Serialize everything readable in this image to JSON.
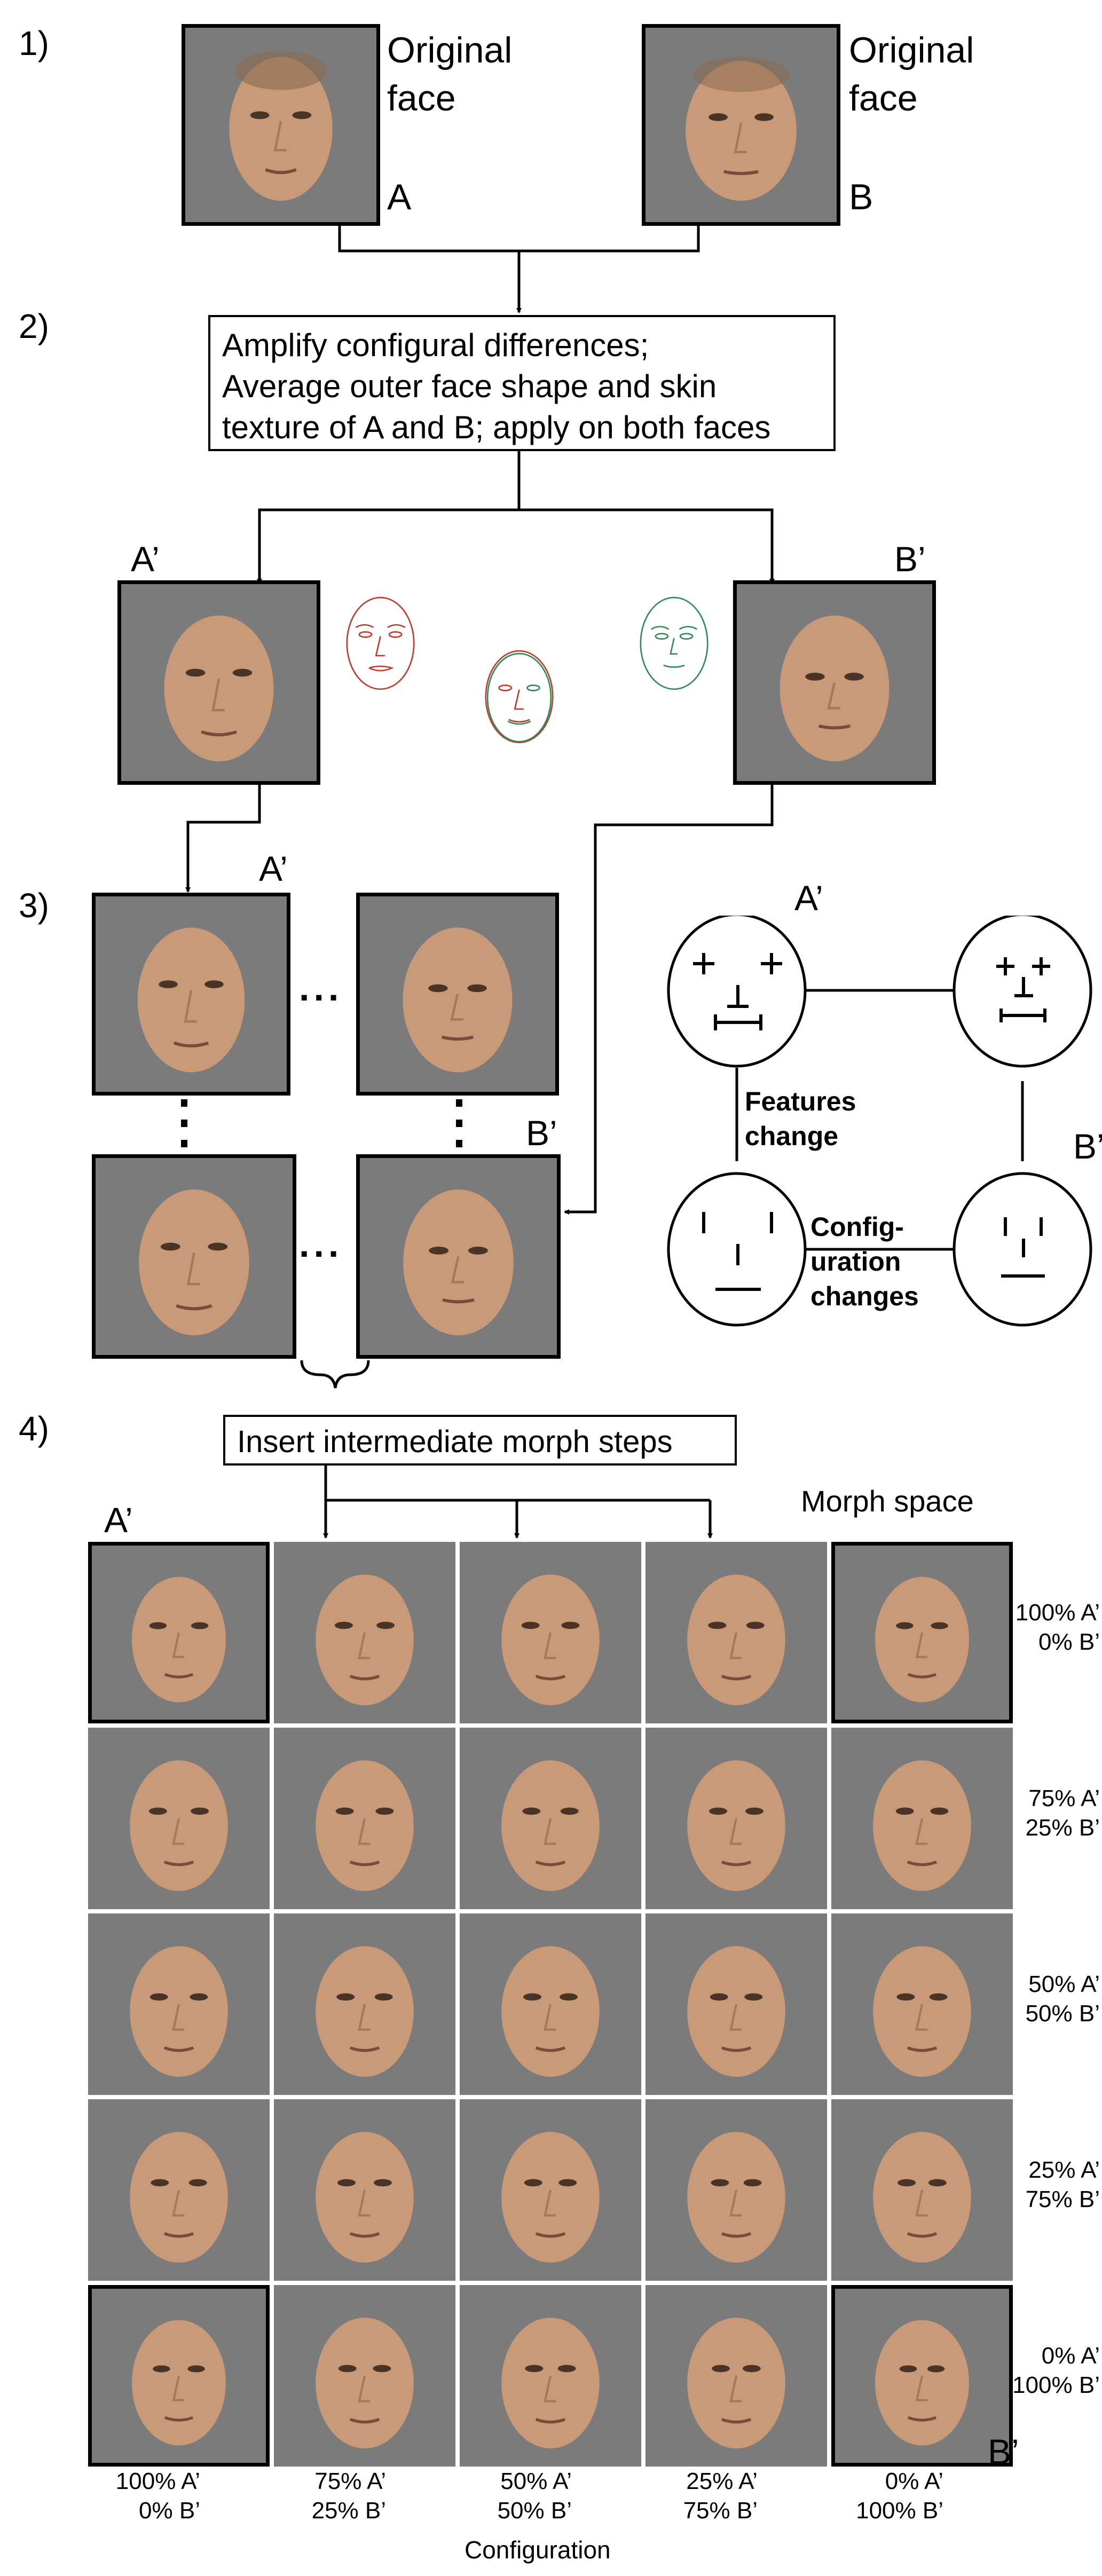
{
  "steps": {
    "s1": "1)",
    "s2": "2)",
    "s3": "3)",
    "s4": "4)"
  },
  "step1": {
    "face_a_caption_line1": "Original",
    "face_a_caption_line2": "face",
    "face_a_letter": "A",
    "face_b_caption_line1": "Original",
    "face_b_caption_line2": "face",
    "face_b_letter": "B"
  },
  "step2": {
    "box_line1": "Amplify configural differences;",
    "box_line2": "Average outer face shape and skin",
    "box_line3": "texture of A and B; apply on both faces",
    "label_a_prime": "A’",
    "label_b_prime": "B’"
  },
  "step3": {
    "label_a_prime": "A’",
    "label_b_prime": "B’",
    "schematic_a_prime": "A’",
    "schematic_b_prime": "B’",
    "features_line1": "Features",
    "features_line2": "change",
    "config_line1": "Config-",
    "config_line2": "uration",
    "config_line3": "changes",
    "ellipsis": "..."
  },
  "step4": {
    "box_text": "Insert intermediate morph steps",
    "label_a_prime": "A’",
    "label_b_prime": "B’",
    "morph_space": "Morph space",
    "axis_label": "Configuration",
    "row_labels": [
      {
        "a": "100% A’",
        "b": "0% B’"
      },
      {
        "a": "75% A’",
        "b": "25% B’"
      },
      {
        "a": "50% A’",
        "b": "50% B’"
      },
      {
        "a": "25% A’",
        "b": "75% B’"
      },
      {
        "a": "0% A’",
        "b": "100% B’"
      }
    ],
    "col_labels": [
      {
        "a": "100% A’",
        "b": "0% B’"
      },
      {
        "a": "75% A’",
        "b": "25% B’"
      },
      {
        "a": "50% A’",
        "b": "50% B’"
      },
      {
        "a": "25% A’",
        "b": "75% B’"
      },
      {
        "a": "0% A’",
        "b": "100% B’"
      }
    ]
  },
  "colors": {
    "photo_bg": "#7b7b7b",
    "skin": "#c99a78",
    "skin_shadow": "#a8775a",
    "feature_dark": "#4a3428",
    "outline_red": "#c0392b",
    "outline_green": "#2e8b57"
  }
}
